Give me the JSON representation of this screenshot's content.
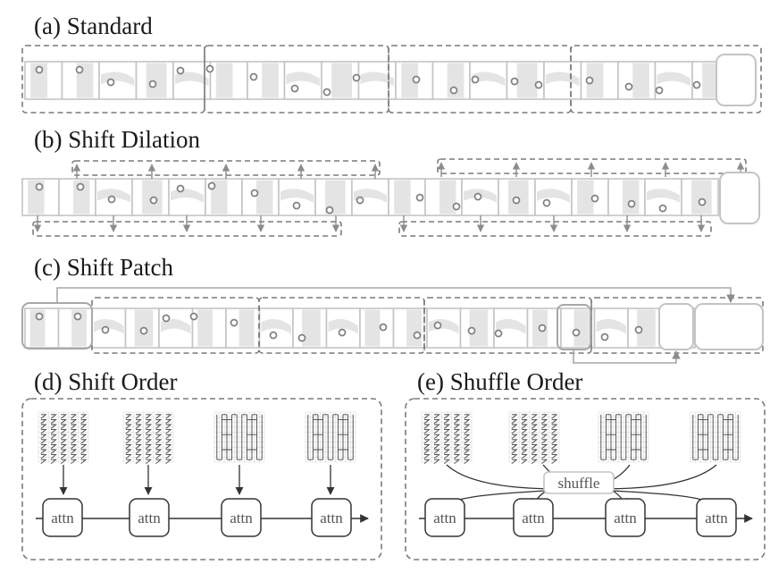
{
  "panels": {
    "a": {
      "title": "(a) Standard"
    },
    "b": {
      "title": "(b) Shift Dilation"
    },
    "c": {
      "title": "(c) Shift Patch"
    },
    "d": {
      "title": "(d) Shift Order",
      "block_labels": [
        "attn",
        "attn",
        "attn",
        "attn"
      ]
    },
    "e": {
      "title": "(e) Shuffle Order",
      "shuffle_label": "shuffle",
      "block_labels": [
        "attn",
        "attn",
        "attn",
        "attn"
      ]
    }
  },
  "colors": {
    "outline": "#c4c4c4",
    "fill": "#e4e4e4",
    "point": "#808080",
    "dash": "#7a7a7a",
    "arrow": "#8c8c8c",
    "line": "#333333",
    "text": "#1a1a1a"
  },
  "icons": [
    "point-icon",
    "arrow-icon",
    "space-filling-curve-icon"
  ]
}
